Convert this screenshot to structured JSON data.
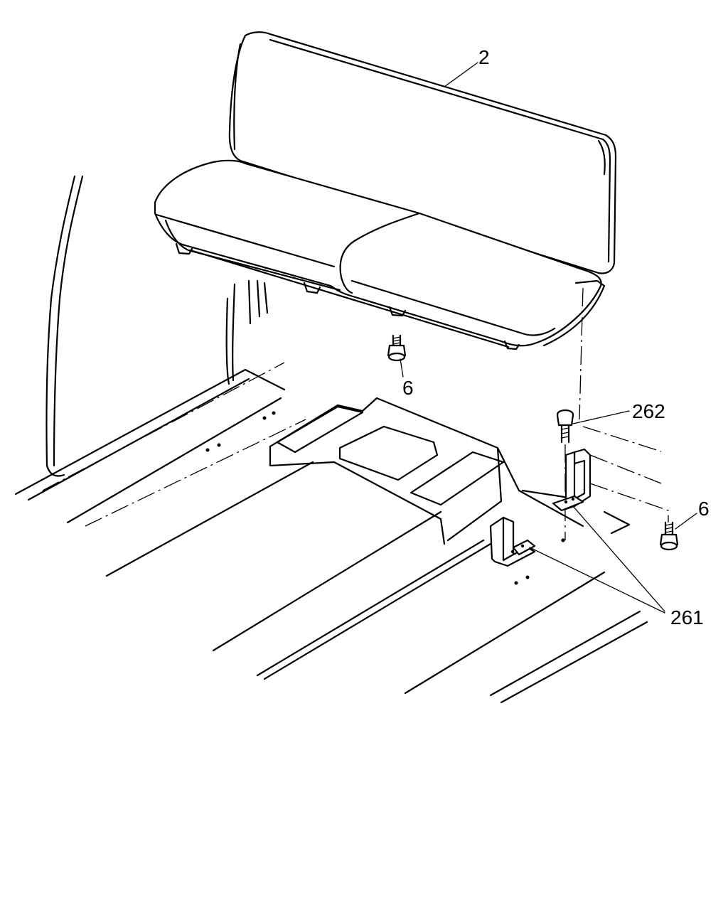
{
  "callouts": {
    "seat": "2",
    "bolt_center": "6",
    "bolt_upper": "262",
    "bolt_right": "6",
    "brackets": "261"
  }
}
